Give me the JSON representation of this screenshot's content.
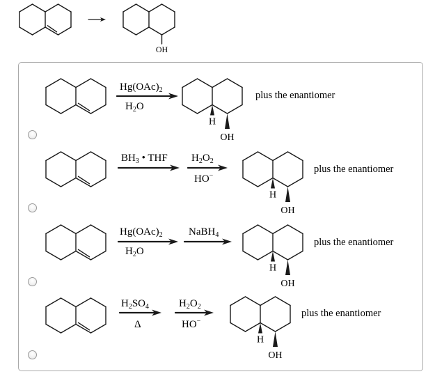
{
  "question": {
    "reactant": "octahydronaphthalene (alkene at ring fusion)",
    "product": "decahydronaphthalen-1-ol",
    "product_label": "OH",
    "arrow": "→"
  },
  "options": [
    {
      "id": "option-1",
      "selected": false,
      "steps": [
        {
          "above": "Hg(OAc)<sub>2</sub>",
          "below": "H<sub>2</sub>O"
        }
      ],
      "product_labels": {
        "h": "H",
        "oh": "OH"
      },
      "note": "plus the enantiomer"
    },
    {
      "id": "option-2",
      "selected": false,
      "steps": [
        {
          "above": "BH<sub>3</sub> • THF",
          "below": ""
        },
        {
          "above": "H<sub>2</sub>O<sub>2</sub>",
          "below": "HO<sup>−</sup>"
        }
      ],
      "product_labels": {
        "h": "H",
        "oh": "OH"
      },
      "note": "plus the enantiomer"
    },
    {
      "id": "option-3",
      "selected": false,
      "steps": [
        {
          "above": "Hg(OAc)<sub>2</sub>",
          "below": "H<sub>2</sub>O"
        },
        {
          "above": "NaBH<sub>4</sub>",
          "below": ""
        }
      ],
      "product_labels": {
        "h": "H",
        "oh": "OH"
      },
      "note": "plus the enantiomer"
    },
    {
      "id": "option-4",
      "selected": false,
      "steps": [
        {
          "above": "H<sub>2</sub>SO<sub>4</sub>",
          "below": "Δ"
        },
        {
          "above": "H<sub>2</sub>O<sub>2</sub>",
          "below": "HO<sup>−</sup>"
        }
      ],
      "product_labels": {
        "h": "H",
        "oh": "OH"
      },
      "note": "plus the enantiomer"
    }
  ],
  "colors": {
    "bond": "#1a1a1a",
    "panel_border": "#a9a9a9",
    "radio_border": "#9a9a9a"
  }
}
